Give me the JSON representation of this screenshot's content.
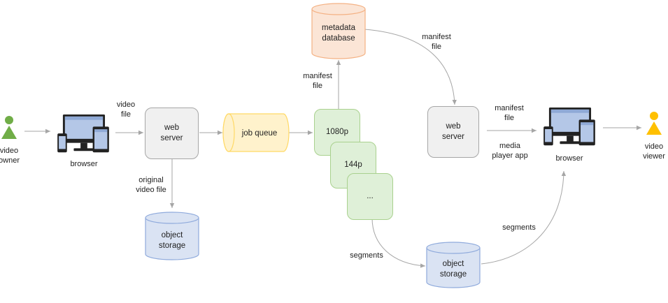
{
  "colors": {
    "arrow": "#a6a6a6",
    "owner_icon": "#70ad47",
    "viewer_icon": "#ffc000",
    "server_fill": "#f0f0f0",
    "queue_fill": "#fff2cc",
    "queue_stroke": "#ffd966",
    "rendition_fill": "#dff0d8",
    "metadata_fill": "#fbe5d6",
    "storage_fill": "#dae3f3",
    "device_screen": "#b4c7e7"
  },
  "icons": [
    "person-icon",
    "devices-icon"
  ],
  "actors": {
    "owner": "video\nowner",
    "viewer": "video\nviewer"
  },
  "browsers": {
    "left": "browser",
    "right": "browser"
  },
  "servers": {
    "upload": "web\nserver",
    "delivery": "web\nserver"
  },
  "queue": "job queue",
  "renditions": [
    "1080p",
    "144p",
    "..."
  ],
  "metadata_db": [
    "metadata",
    "database"
  ],
  "storage": {
    "original": [
      "object",
      "storage"
    ],
    "segments": [
      "object",
      "storage"
    ]
  },
  "labels": {
    "video_file": "video\nfile",
    "original_video_file": "original\nvideo file",
    "manifest_up": "manifest\nfile",
    "manifest_down": "manifest\nfile",
    "manifest_right": "manifest\nfile",
    "media_player_app": "media\nplayer app",
    "segments_left": "segments",
    "segments_right": "segments"
  }
}
